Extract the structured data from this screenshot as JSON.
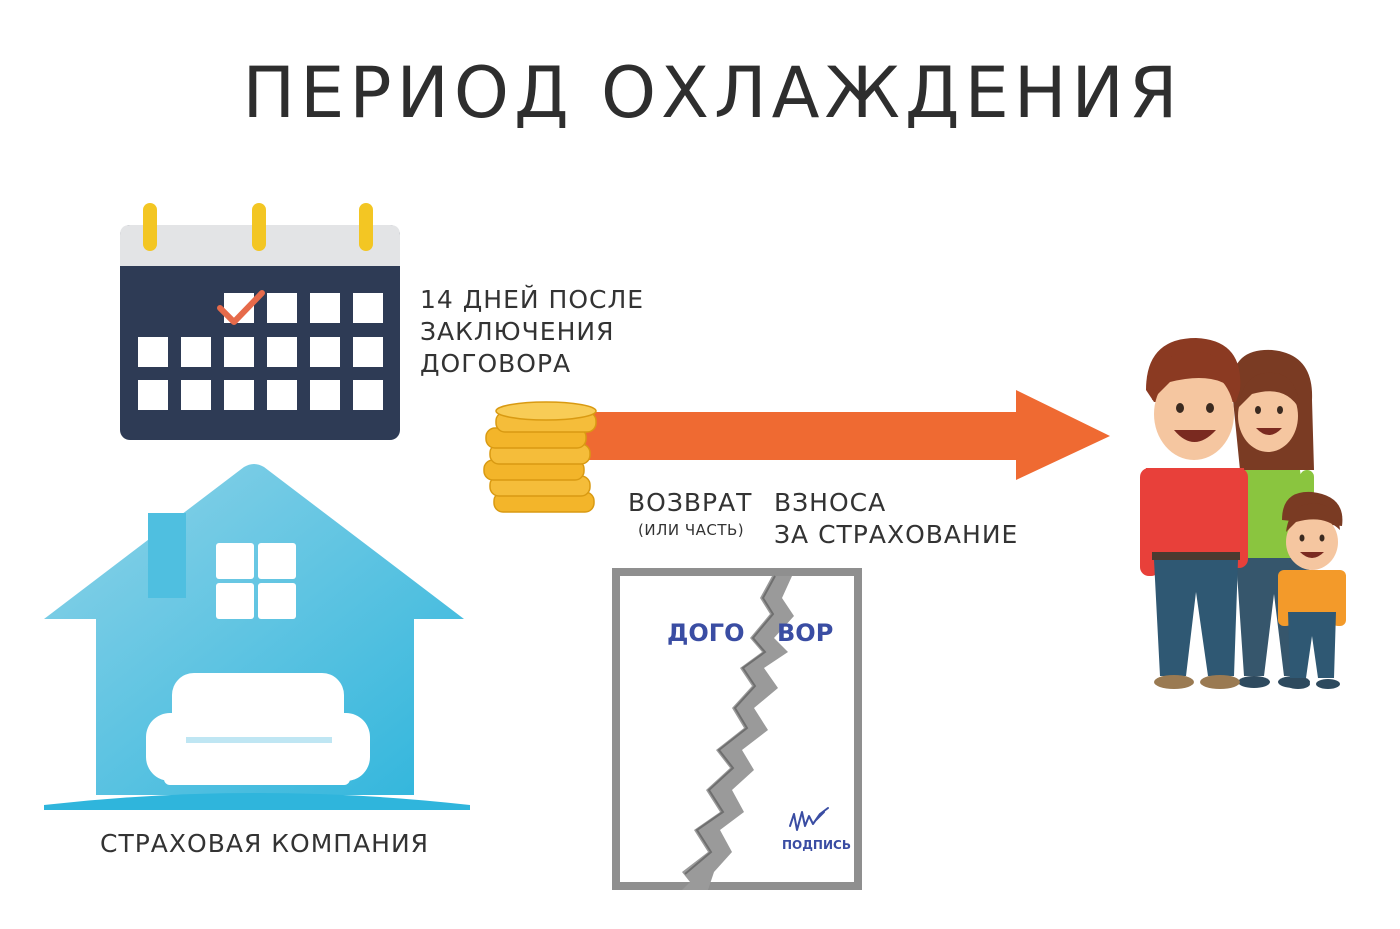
{
  "title": "ПЕРИОД ОХЛАЖДЕНИЯ",
  "calendar": {
    "lines": [
      "14 ДНЕЙ ПОСЛЕ",
      "ЗАКЛЮЧЕНИЯ",
      "ДОГОВОРА"
    ]
  },
  "refund": {
    "word1": "ВОЗВРАТ",
    "note": "(ИЛИ ЧАСТЬ)",
    "line1": "ВЗНОСА",
    "line2": "ЗА СТРАХОВАНИЕ"
  },
  "company_label": "СТРАХОВАЯ КОМПАНИЯ",
  "contract": {
    "left_part": "ДОГО",
    "right_part": "ВОР",
    "signature_label": "ПОДПИСЬ"
  },
  "colors": {
    "arrow": "#ef6a32",
    "calendar_body": "#2e3b55",
    "house": "#5ec3de",
    "coin": "#f3b52a",
    "check": "#e66a4a"
  }
}
